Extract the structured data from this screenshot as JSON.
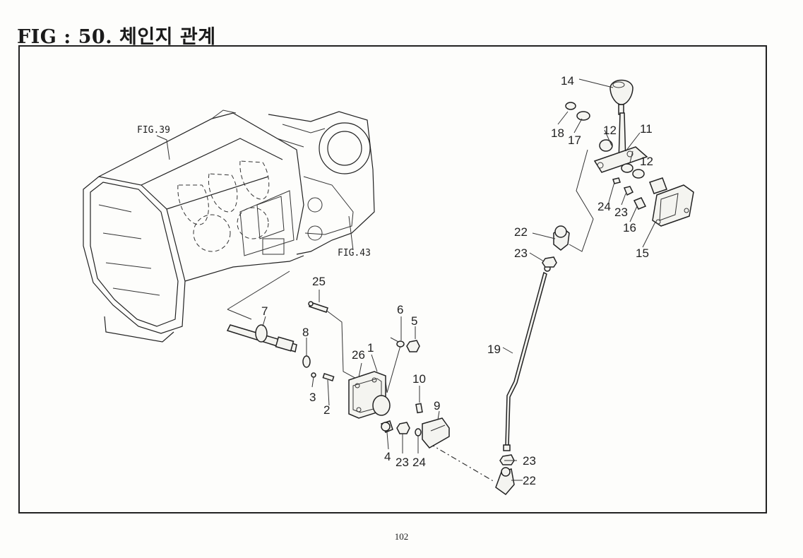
{
  "title": "FIG : 50.  체인지 관계",
  "page_number": "102",
  "references": {
    "fig39": "FIG.39",
    "fig43": "FIG.43"
  },
  "callouts": {
    "c1": "1",
    "c2": "2",
    "c3": "3",
    "c4": "4",
    "c5": "5",
    "c6": "6",
    "c7": "7",
    "c8": "8",
    "c9": "9",
    "c10": "10",
    "c11": "11",
    "c12a": "12",
    "c12b": "12",
    "c14": "14",
    "c15": "15",
    "c16": "16",
    "c17": "17",
    "c18": "18",
    "c19": "19",
    "c22a": "22",
    "c22b": "22",
    "c23a": "23",
    "c23b": "23",
    "c23c": "23",
    "c23d": "23",
    "c24a": "24",
    "c24b": "24",
    "c25": "25",
    "c26": "26"
  }
}
